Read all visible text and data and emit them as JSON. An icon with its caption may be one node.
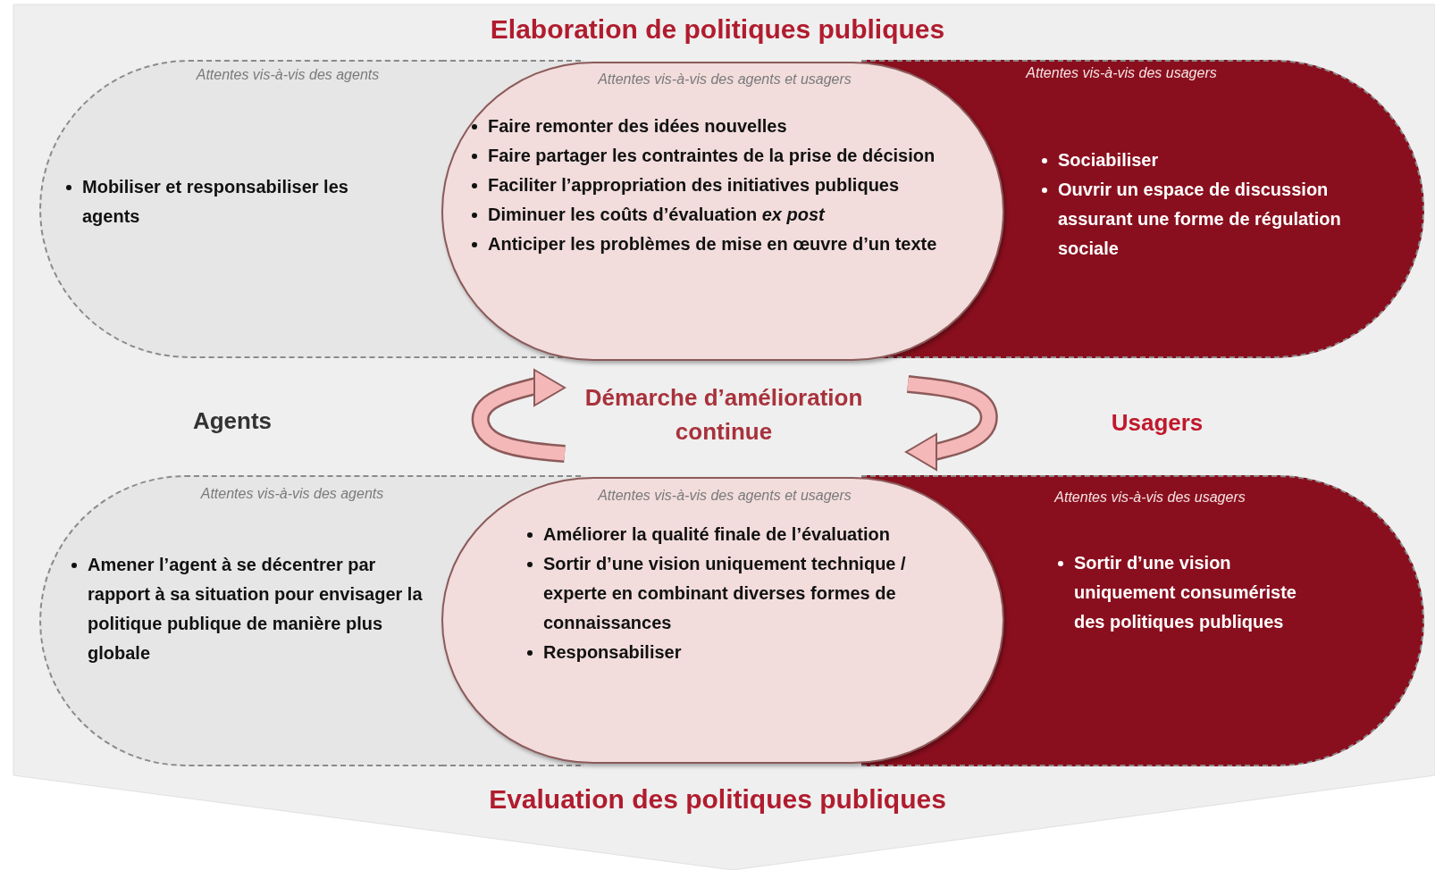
{
  "diagram": {
    "title": "Elaboration de politiques publiques",
    "nodes": [
      {
        "text": [
          "Attentes vis-à-vis des agents",
          "Mobiliser et responsabiliser les agents"
        ]
      },
      {
        "text": [
          "Attentes vis-à-vis des agents et usagers",
          "Faire remonter des idées nouvelles",
          "Faire partager les contraintes de la prise de décision",
          "Faciliter l’appropriation des initiatives publiques",
          "Diminuer les coûts d’évaluation *ex post*",
          "Anticiper les problèmes de mise en œuvre d’un texte"
        ]
      },
      {
        "text": [
          "Attentes vis-à-vis des usagers",
          "Sociabiliser",
          "Ouvrir un espace de discussion assurant une forme de régulation sociale"
        ]
      },
      {
        "text": [
          "Attentes vis-à-vis des agents",
          "Amener l’agent à se décentrer par rapport à sa situation pour envisager la politique publique de manière plus globale"
        ]
      },
      {
        "text": [
          "Attentes vis-à-vis des agents et usagers",
          "Améliorer la qualité finale de l’évaluation",
          "Sortir d’une vision uniquement technique / experte en combinant diverses formes de connaissances",
          "Responsabiliser"
        ]
      },
      {
        "text": [
          "Attentes vis-à-vis des usagers",
          "Sortir d’une vision uniquement consumériste des politiques publiques"
        ]
      }
    ],
    "labels": [
      "Agents",
      "Démarche d’amélioration continue",
      "Usagers",
      "Evaluation des politiques publiques"
    ]
  }
}
